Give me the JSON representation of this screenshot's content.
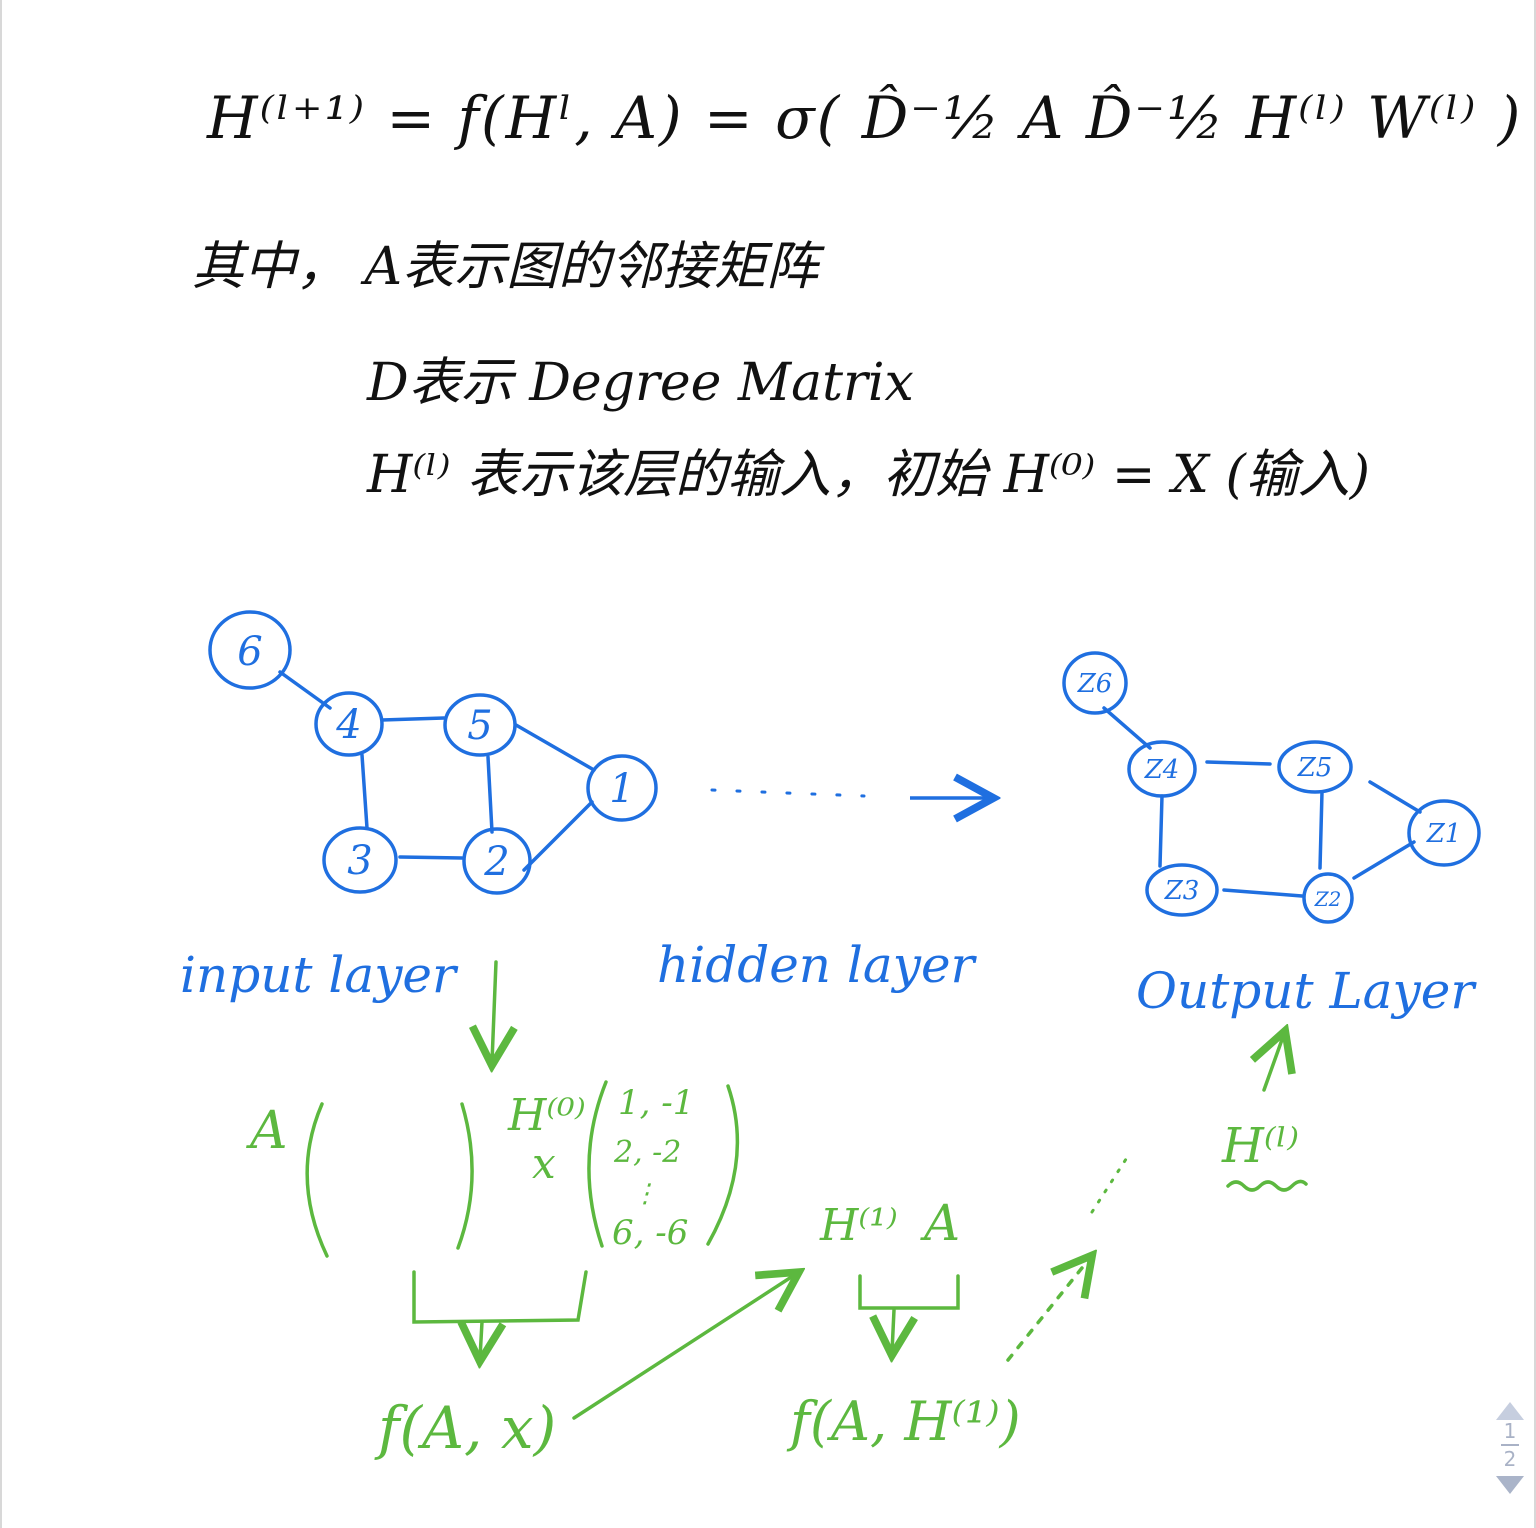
{
  "formula": "H⁽ˡ⁺¹⁾ = f(Hˡ, A) = σ( D̂⁻½ A D̂⁻½ H⁽ˡ⁾ W⁽ˡ⁾ )",
  "notes": {
    "a": "其中， A表示图的邻接矩阵",
    "d": "D表示 Degree Matrix",
    "h": "H⁽ˡ⁾ 表示该层的输入，初始 H⁽⁰⁾ = X (输入)"
  },
  "colors": {
    "ink": "#111111",
    "graph": "#1f6fe0",
    "flow": "#5cb83f",
    "pager": "#a9b2c6"
  },
  "input_graph": {
    "nodes": [
      "6",
      "4",
      "5",
      "1",
      "3",
      "2"
    ]
  },
  "output_graph": {
    "nodes": [
      "Z6",
      "Z4",
      "Z5",
      "Z1",
      "Z3",
      "Z2"
    ]
  },
  "layers": {
    "input": "input layer",
    "hidden": "hidden layer",
    "output": "Output Layer"
  },
  "flow": {
    "a_label": "A",
    "h0_label": "H⁽⁰⁾",
    "x_label": "x",
    "matrix_rows": [
      "1, -1",
      "2, -2",
      "⋮",
      "6, -6"
    ],
    "f_ax": "f(A, x)",
    "h1_label": "H⁽¹⁾",
    "a2_label": "A",
    "f_ah1": "f(A, H⁽¹⁾)",
    "hl_label": "H⁽ˡ⁾"
  },
  "pager": {
    "current": "1",
    "total": "2"
  }
}
